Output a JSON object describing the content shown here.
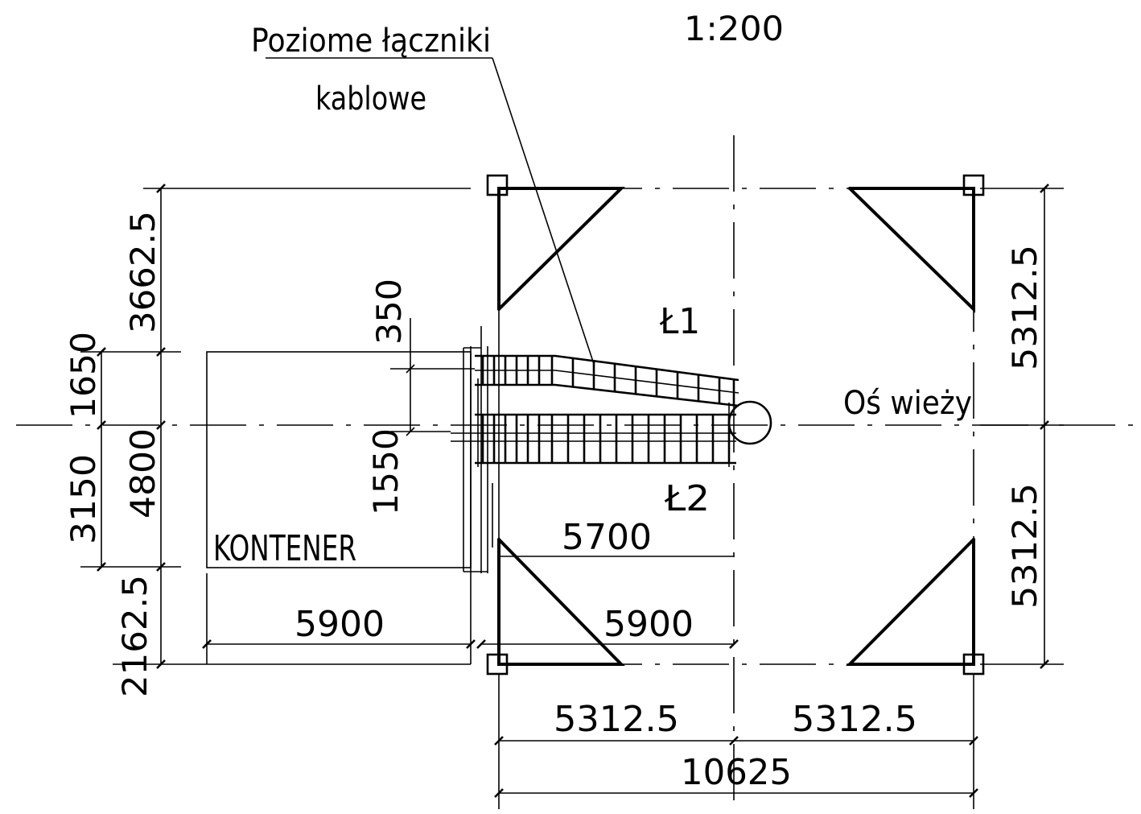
{
  "scale": "1:200",
  "leader_label": {
    "line1": "Poziome łączniki",
    "line2": "kablowe"
  },
  "container_label": "KONTENER",
  "tower_axis_label": "Oś wieży",
  "link_labels": {
    "l1": "Ł1",
    "l2": "Ł2"
  },
  "dimensions": {
    "left_top": "3662.5",
    "left_1650": "1650",
    "left_3150": "3150",
    "left_4800": "4800",
    "left_bottom": "2162.5",
    "inner_350": "350",
    "inner_1550": "1550",
    "container_width": "5900",
    "span_5900": "5900",
    "span_5700": "5700",
    "right_upper": "5312.5",
    "right_lower": "5312.5",
    "bottom_left": "5312.5",
    "bottom_right": "5312.5",
    "bottom_total": "10625"
  }
}
